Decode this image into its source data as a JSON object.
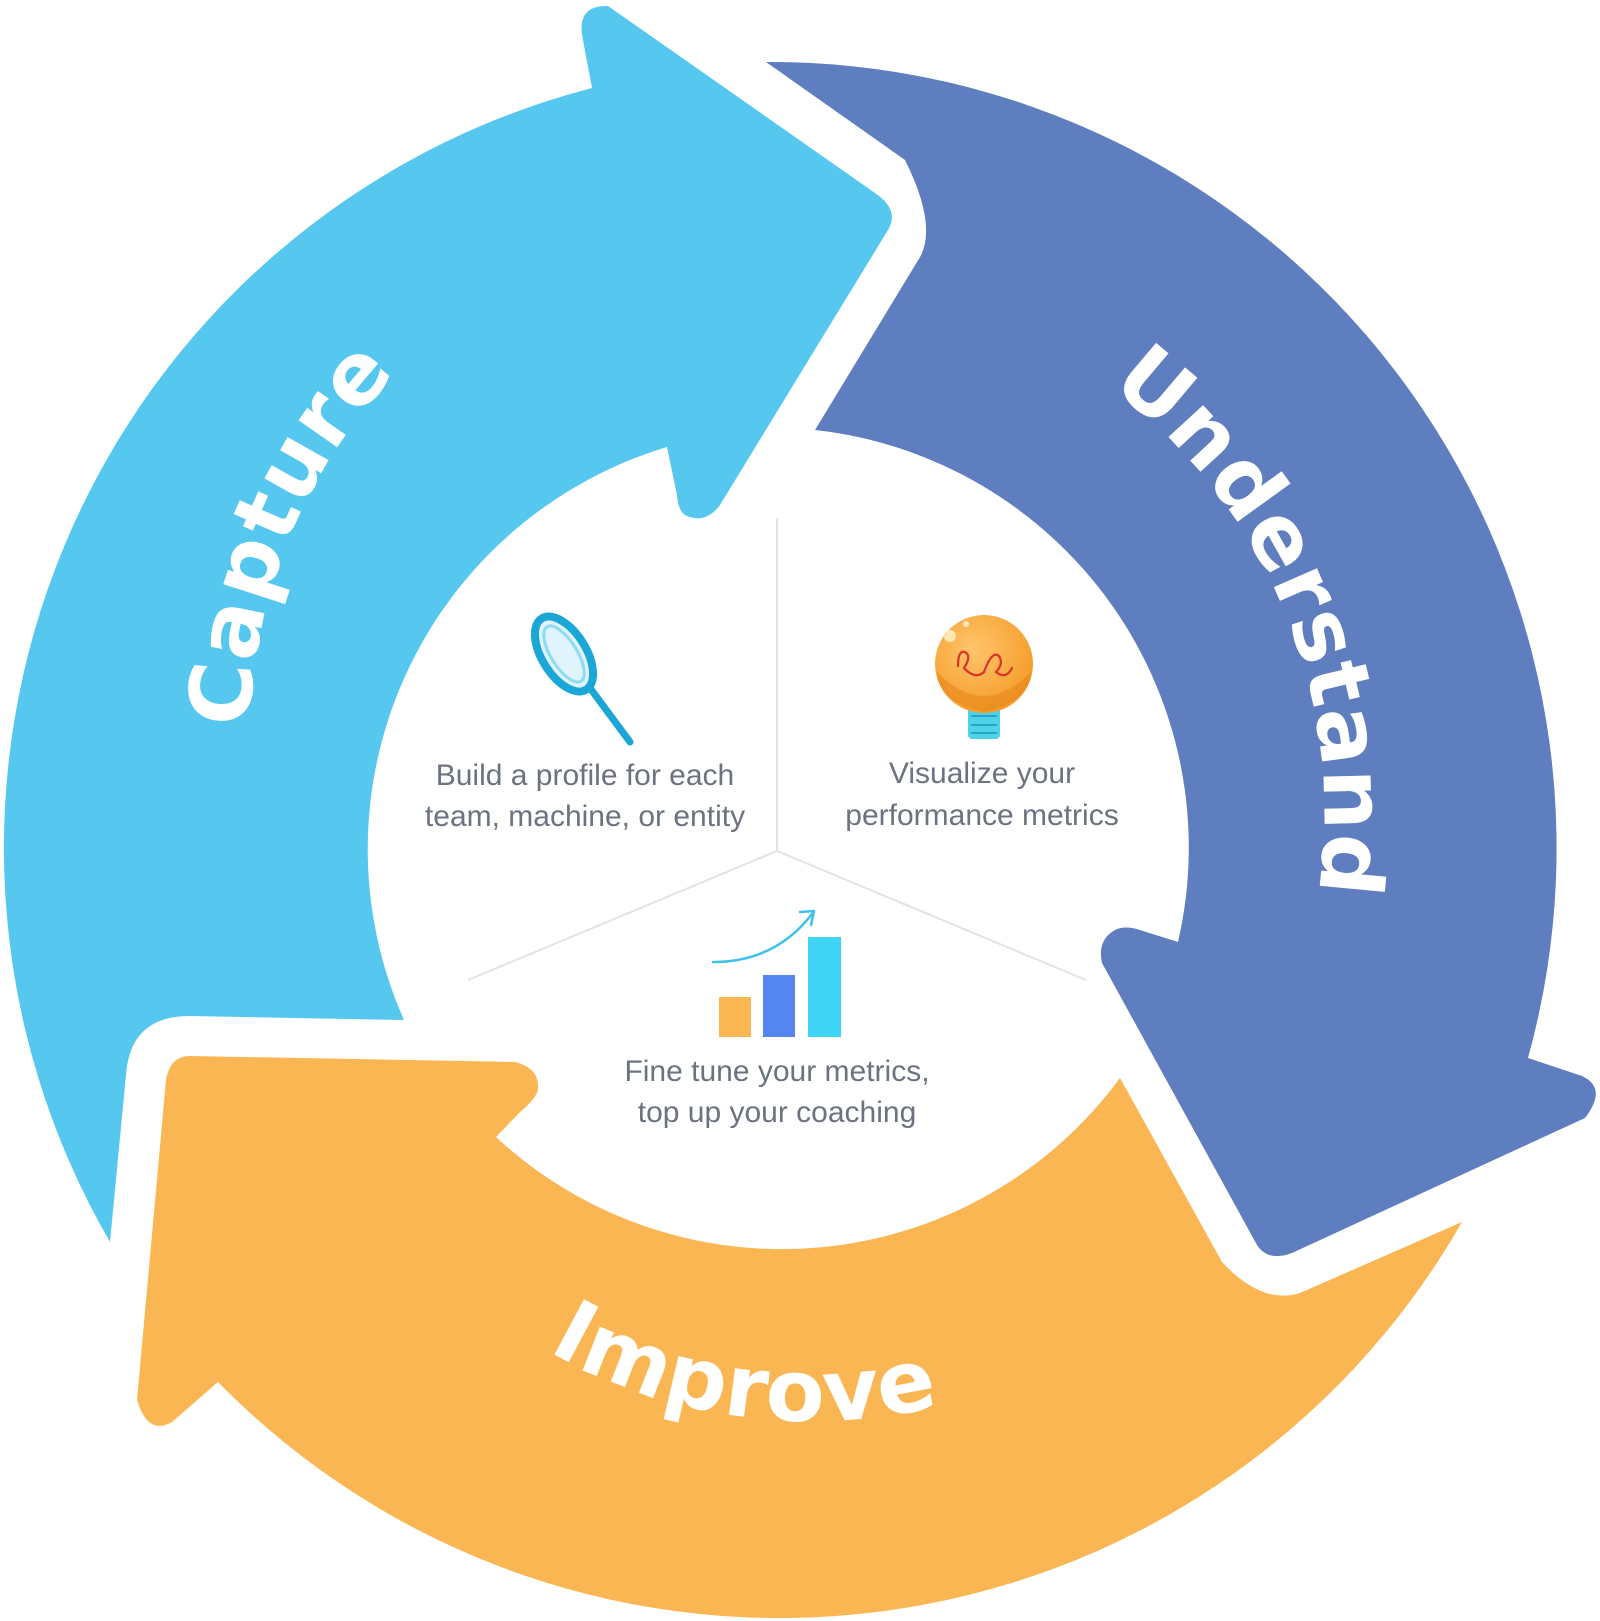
{
  "stages": [
    {
      "label": "Capture",
      "color": "#56c8ef",
      "icon": "magnifying-glass-icon",
      "desc_line1": "Build a profile for each",
      "desc_line2": "team, machine, or entity"
    },
    {
      "label": "Understand",
      "color": "#5e7ebf",
      "icon": "lightbulb-icon",
      "desc_line1": "Visualize your",
      "desc_line2": "performance metrics"
    },
    {
      "label": "Improve",
      "color": "#fab652",
      "icon": "bar-chart-growth-icon",
      "desc_line1": "Fine tune your metrics,",
      "desc_line2": "top up your coaching"
    }
  ]
}
